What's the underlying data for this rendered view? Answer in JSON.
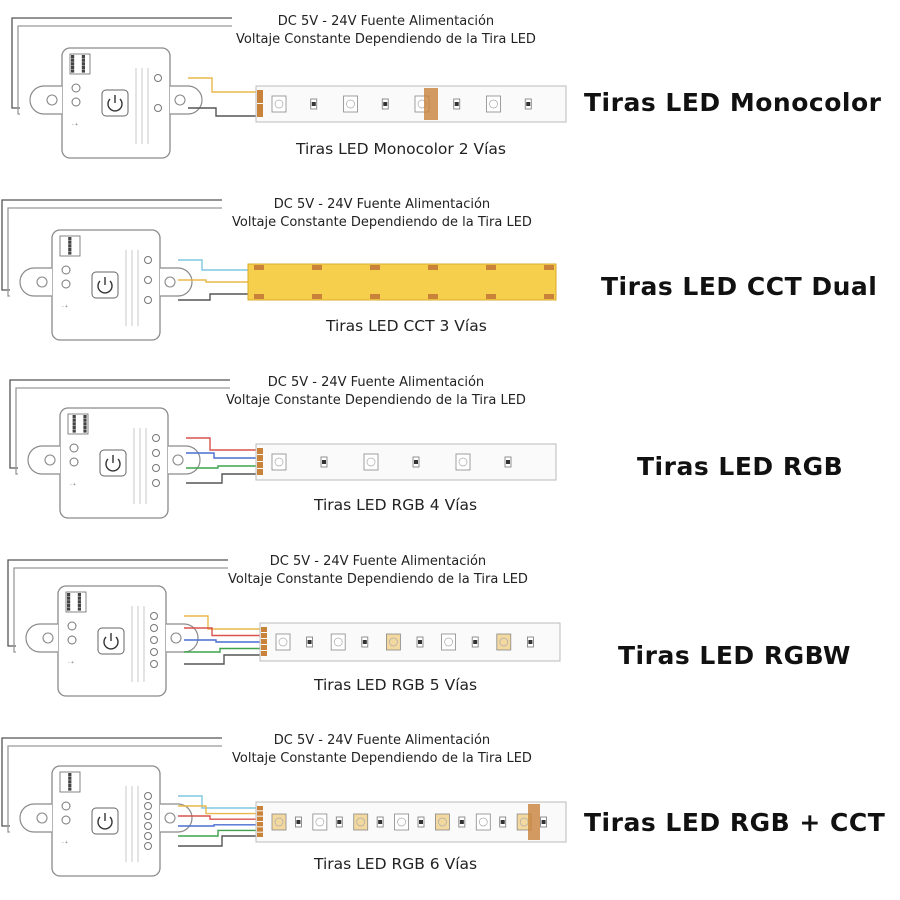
{
  "sections": [
    {
      "psu_line1": "DC 5V - 24V  Fuente Alimentación",
      "psu_line2": "Voltaje Constante Dependiendo de la Tira LED",
      "strip_label": "Tiras LED Monocolor 2 Vías",
      "title": "Tiras LED Monocolor",
      "wires": [
        "#e8b84a",
        "#555555"
      ],
      "strip_kind": "mono"
    },
    {
      "psu_line1": "DC 5V - 24V  Fuente Alimentación",
      "psu_line2": "Voltaje Constante Dependiendo de la Tira LED",
      "strip_label": "Tiras LED CCT 3 Vías",
      "title": "Tiras LED CCT Dual",
      "wires": [
        "#7fc7e0",
        "#e8b84a",
        "#555555"
      ],
      "strip_kind": "cct"
    },
    {
      "psu_line1": "DC 5V - 24V  Fuente Alimentación",
      "psu_line2": "Voltaje Constante Dependiendo de la Tira LED",
      "strip_label": "Tiras LED RGB 4 Vías",
      "title": "Tiras LED RGB",
      "wires": [
        "#d9534f",
        "#4a6fd1",
        "#3fa34d",
        "#555555"
      ],
      "strip_kind": "rgb"
    },
    {
      "psu_line1": "DC 5V - 24V  Fuente Alimentación",
      "psu_line2": "Voltaje Constante Dependiendo de la Tira LED",
      "strip_label": "Tiras LED RGB 5 Vías",
      "title": "Tiras LED RGBW",
      "wires": [
        "#e8b84a",
        "#d9534f",
        "#4a6fd1",
        "#3fa34d",
        "#555555"
      ],
      "strip_kind": "rgbw"
    },
    {
      "psu_line1": "DC 5V - 24V  Fuente Alimentación",
      "psu_line2": "Voltaje Constante Dependiendo de la Tira LED",
      "strip_label": "Tiras LED RGB 6 Vías",
      "title": "Tiras LED RGB + CCT",
      "wires": [
        "#7fc7e0",
        "#e8b84a",
        "#d9534f",
        "#4a6fd1",
        "#3fa34d",
        "#555555"
      ],
      "strip_kind": "rgbcct"
    }
  ],
  "colors": {
    "controller_outline": "#9a9a9a",
    "cct_strip": "#f6d04d",
    "strip_pad": "#c8823a"
  }
}
